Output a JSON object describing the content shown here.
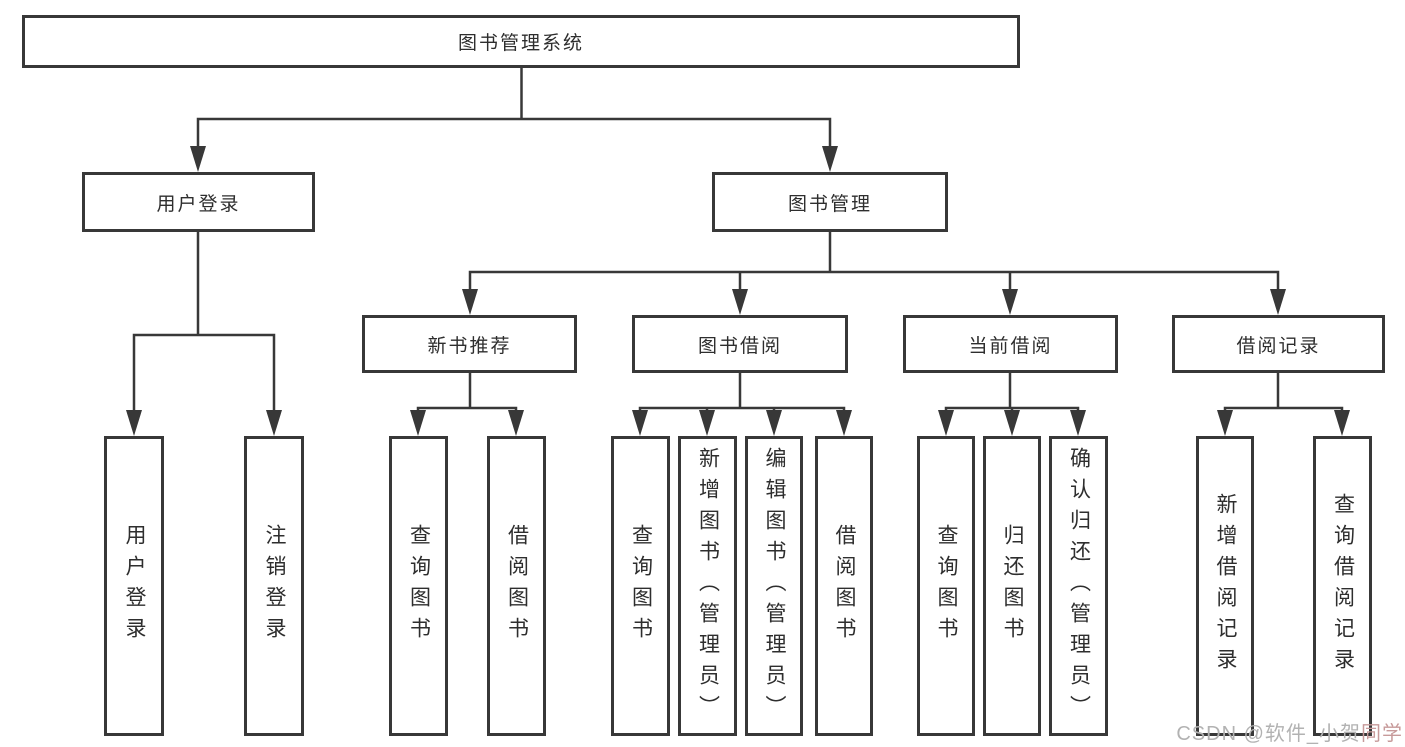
{
  "diagram": {
    "title": "图书管理系统",
    "root": {
      "label": "图书管理系统"
    },
    "level2": [
      {
        "label": "用户登录"
      },
      {
        "label": "图书管理"
      }
    ],
    "level3": [
      {
        "label": "新书推荐"
      },
      {
        "label": "图书借阅"
      },
      {
        "label": "当前借阅"
      },
      {
        "label": "借阅记录"
      }
    ],
    "leaves": {
      "user_login": [
        "用户登录",
        "注销登录"
      ],
      "new_book": [
        "查询图书",
        "借阅图书"
      ],
      "book_borrow": [
        "查询图书",
        "新增图书（管理员）",
        "编辑图书（管理员）",
        "借阅图书"
      ],
      "current_borrow": [
        "查询图书",
        "归还图书",
        "确认归还（管理员）"
      ],
      "records": [
        "新增借阅记录",
        "查询借阅记录"
      ]
    }
  },
  "watermark": {
    "prefix": "CSDN @软件_小贺",
    "suffix": "同学"
  },
  "colors": {
    "line": "#383838",
    "box_border": "#383838",
    "text": "#2e2e2e",
    "watermark_gray": "#b2b2b2",
    "watermark_rose": "#c79a9a"
  }
}
